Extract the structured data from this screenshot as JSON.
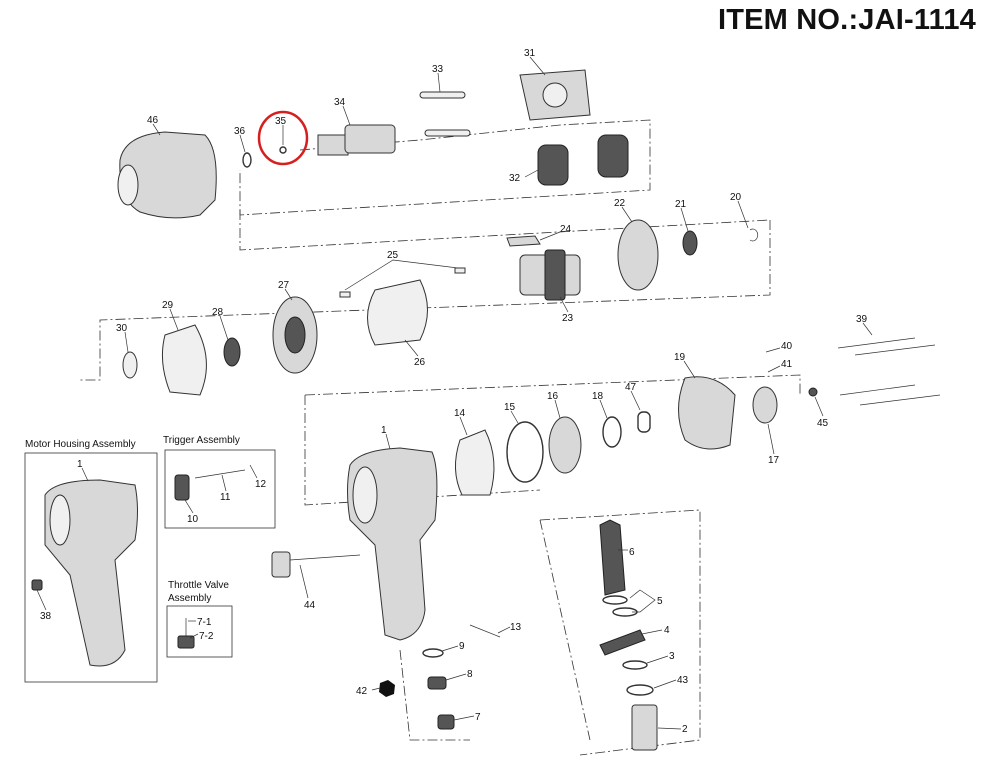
{
  "title": "ITEM NO.:JAI-1114",
  "highlight_color": "#d62020",
  "highlighted_part": "35",
  "assemblies": {
    "motor_housing": "Motor Housing Assembly",
    "trigger": "Trigger Assembly",
    "throttle_valve_line1": "Throttle Valve",
    "throttle_valve_line2": "Assembly"
  },
  "callouts": [
    "33",
    "31",
    "34",
    "35",
    "46",
    "36",
    "32",
    "22",
    "21",
    "20",
    "24",
    "25",
    "29",
    "27",
    "28",
    "30",
    "23",
    "26",
    "39",
    "40",
    "41",
    "19",
    "18",
    "16",
    "47",
    "15",
    "14",
    "1",
    "45",
    "17",
    "1",
    "12",
    "11",
    "10",
    "6",
    "38",
    "44",
    "5",
    "4",
    "13",
    "7-1",
    "7-2",
    "9",
    "3",
    "8",
    "42",
    "43",
    "7",
    "2"
  ]
}
